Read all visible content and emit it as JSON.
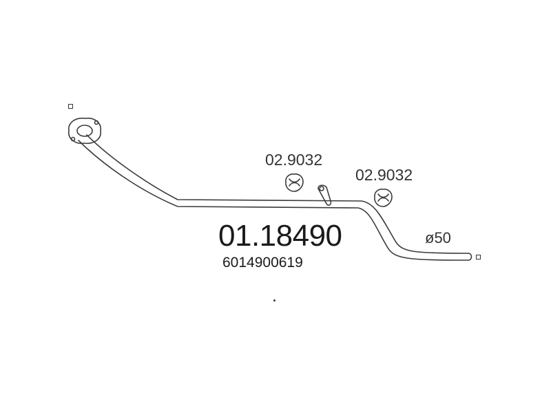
{
  "diagram": {
    "part_number": "01.18490",
    "oe_number": "6014900619",
    "mount_labels": [
      "02.9032",
      "02.9032"
    ],
    "diameter_label": "ø50",
    "line_color": "#3a3a3a"
  }
}
